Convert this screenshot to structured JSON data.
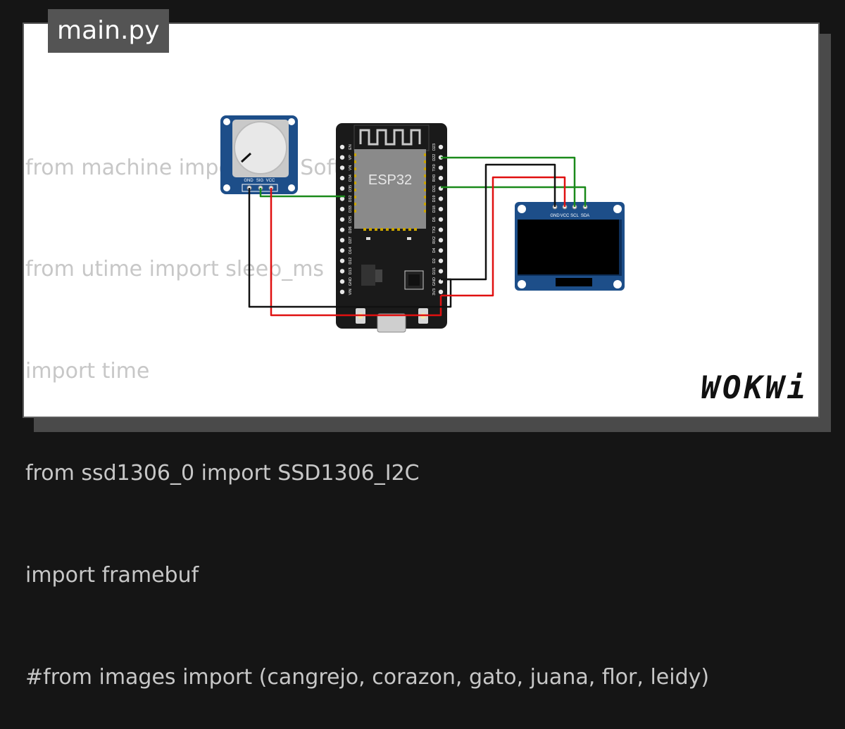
{
  "file_tab": {
    "label": "main.py"
  },
  "code_lines": [
    "from machine import Pin, SoftI2C, ADC",
    "from utime import sleep_ms",
    "import time",
    "from ssd1306_0 import SSD1306_I2C",
    "import framebuf",
    "#from images import (cangrejo, corazon, gato, juana, flor, leidy)"
  ],
  "esp32": {
    "label": "ESP32",
    "pins_left": [
      "EN",
      "VP",
      "VN",
      "D34",
      "D35",
      "D32",
      "D33",
      "D25",
      "D26",
      "D27",
      "D14",
      "D12",
      "D13",
      "GND",
      "VIN"
    ],
    "pins_right": [
      "D23",
      "D22",
      "TX0",
      "RX0",
      "D21",
      "D19",
      "D18",
      "D5",
      "TX2",
      "RX2",
      "D4",
      "D2",
      "D15",
      "GND",
      "3V3"
    ]
  },
  "potentiometer": {
    "pins": [
      "GND",
      "SIG",
      "VCC"
    ]
  },
  "oled": {
    "pins": [
      "GND",
      "VCC",
      "SCL",
      "SDA"
    ]
  },
  "brand": {
    "logo": "WOKWi"
  },
  "colors": {
    "board": "#1a1a1a",
    "chip": "#8a8a8a",
    "module_blue": "#1d4e89",
    "wire_green": "#1a8a1a",
    "wire_red": "#e01010",
    "wire_black": "#111111"
  }
}
